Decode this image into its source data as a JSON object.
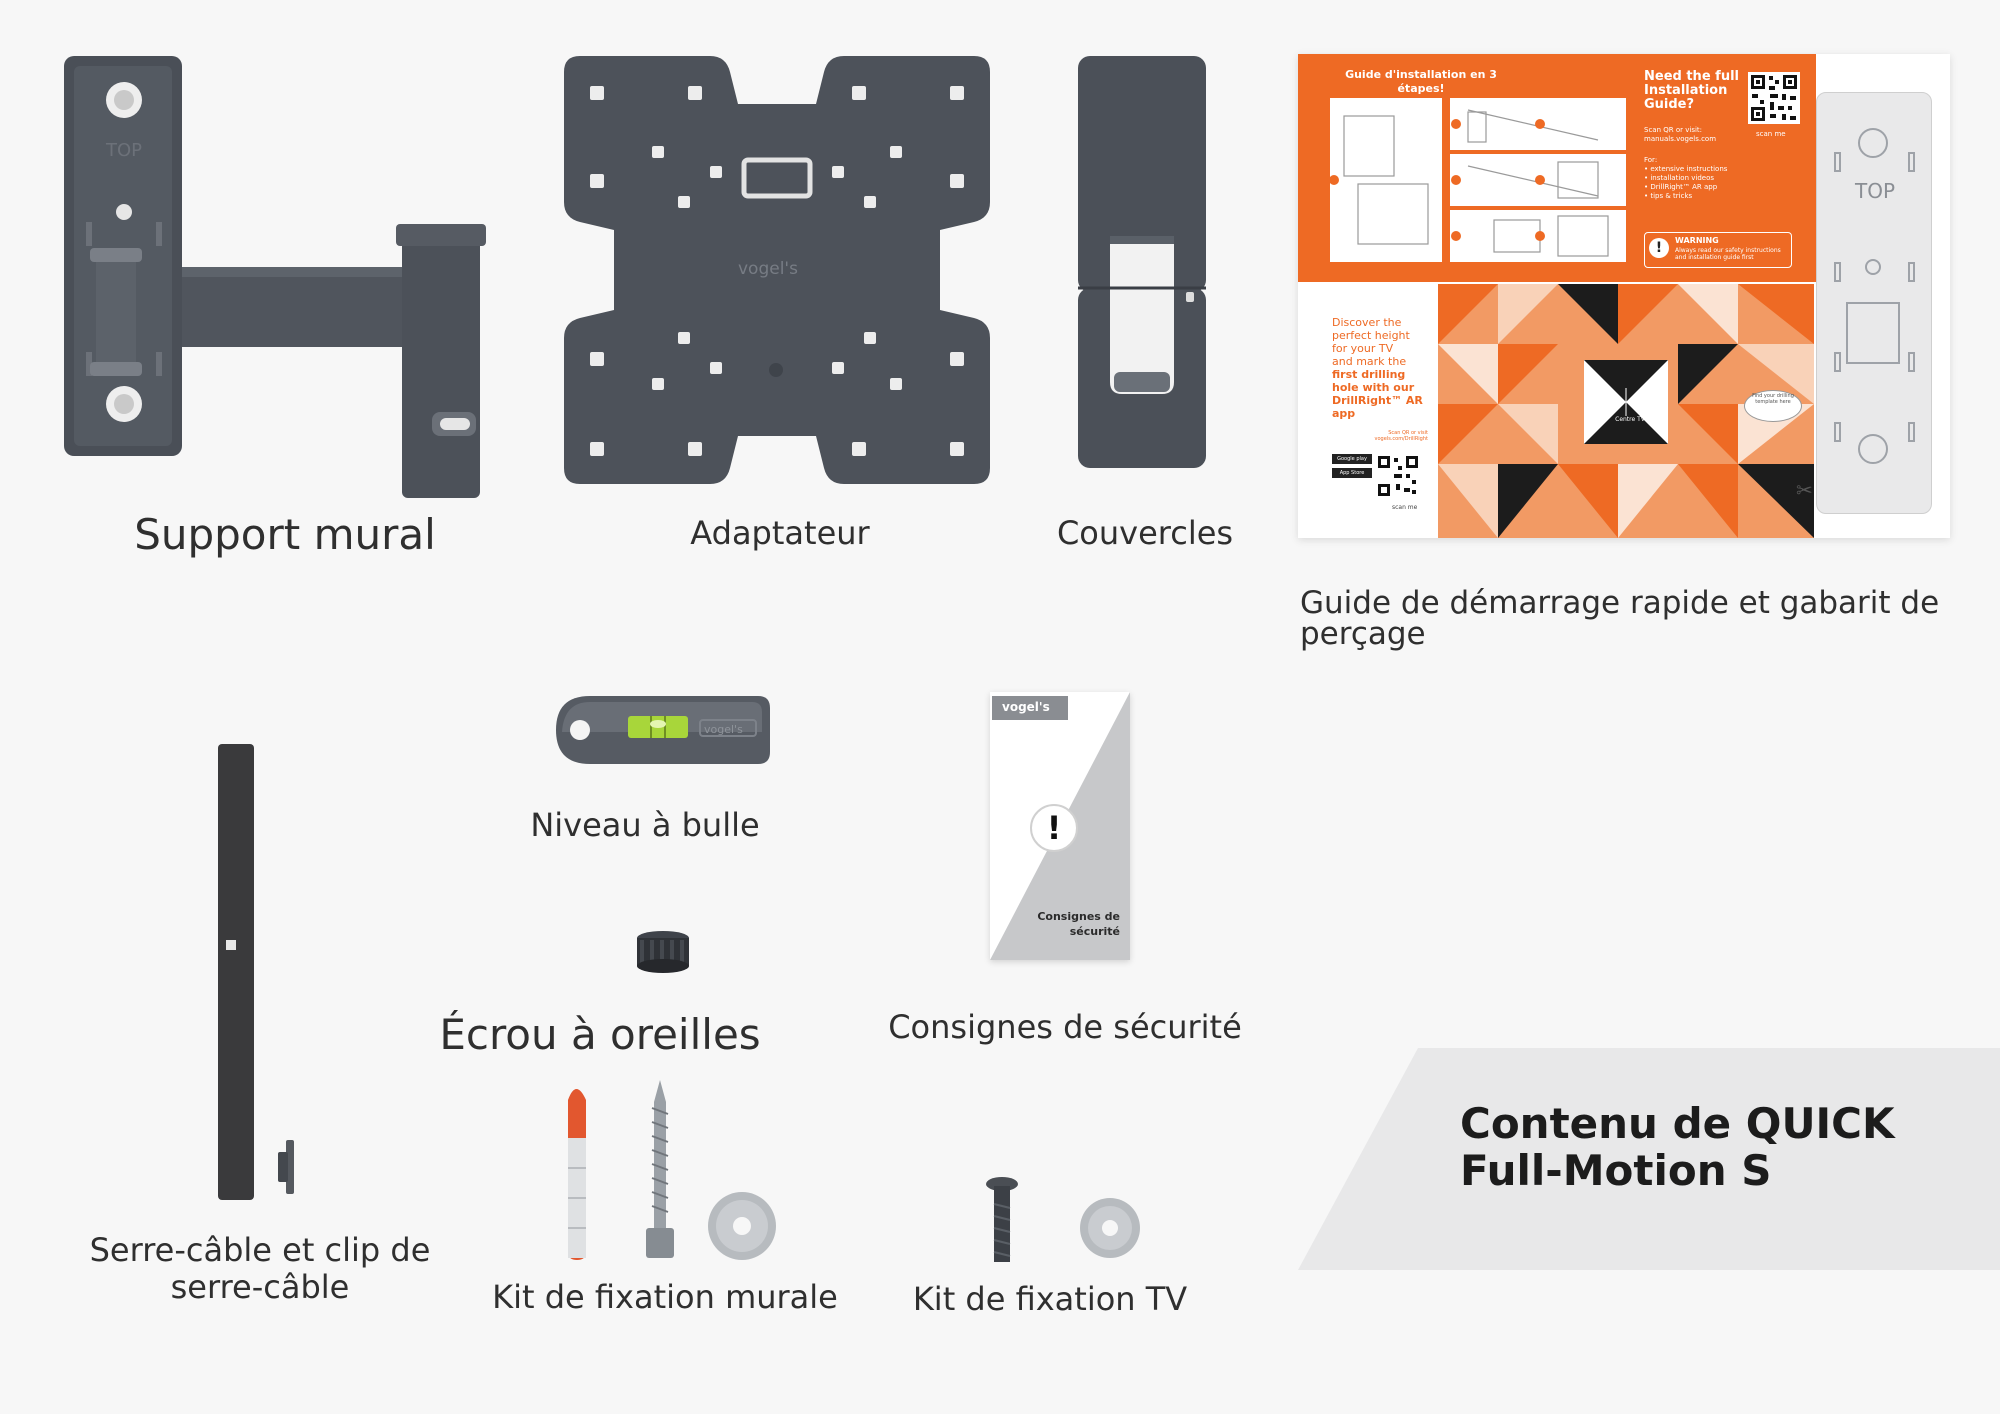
{
  "items": {
    "wall_mount": "Support mural",
    "adapter": "Adaptateur",
    "covers": "Couvercles",
    "guide": "Guide de démarrage rapide et gabarit de perçage",
    "level": "Niveau à bulle",
    "safety": "Consignes de sécurité",
    "wing_nut": "Écrou à oreilles",
    "cable_tie": "Serre-câble et clip de serre-câble",
    "wall_kit": "Kit de fixation murale",
    "tv_kit": "Kit de fixation TV"
  },
  "title": {
    "line1": "Contenu de QUICK",
    "line2": "Full-Motion S"
  },
  "marks": {
    "top_label": "TOP",
    "brand": "vogel's"
  },
  "guide_sheet": {
    "heading": "Guide d'installation en 3 étapes!",
    "need_full": "Need the full Installation Guide?",
    "scan_visit": "Scan QR or visit: manuals.vogels.com",
    "for_label": "For:",
    "for_items": [
      "• extensive instructions",
      "• installation videos",
      "• DrillRight™ AR app",
      "• tips & tricks"
    ],
    "scan_me": "scan me",
    "warning_title": "WARNING",
    "warning_text": "Always read our safety instructions and installation guide first",
    "discover_lines": [
      "Discover the",
      "perfect height",
      "for your TV",
      "and mark the"
    ],
    "discover_bold": [
      "first drilling",
      "hole with our",
      "DrillRight™ AR",
      "app"
    ],
    "scan_small": "Scan QR or visit vogels.com/DrillRight",
    "center_tv": "Centre TV",
    "find_drill": "Find your drilling template here",
    "google_play": "Google play",
    "app_store": "App Store",
    "template_top": "TOP"
  },
  "safety_card": {
    "brand": "vogel's",
    "text_line1": "Consignes de",
    "text_line2": "sécurité"
  },
  "colors": {
    "metal": "#4e535b",
    "metal_dark": "#3c4047",
    "orange": "#ee6a24",
    "bubble": "#a8d63a"
  }
}
